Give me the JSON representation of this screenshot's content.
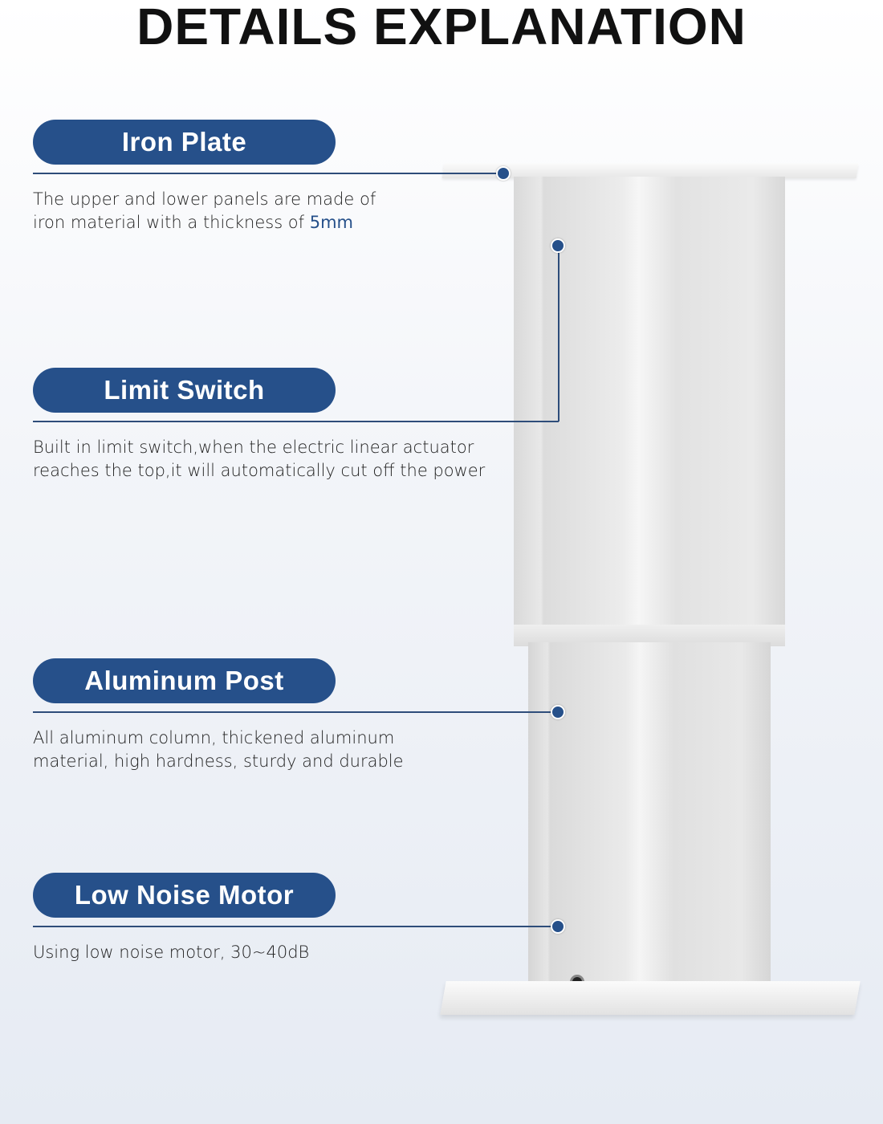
{
  "title": "DETAILS EXPLANATION",
  "features": [
    {
      "label": "Iron Plate",
      "desc_line1": "The upper and lower panels are made of",
      "desc_line2": "iron material with a thickness of ",
      "highlight": "5mm"
    },
    {
      "label": "Limit Switch",
      "desc_line1": "Built in limit switch,when the electric linear actuator",
      "desc_line2": "reaches the top,it will automatically cut off the power"
    },
    {
      "label": "Aluminum Post",
      "desc_line1": "All aluminum column, thickened aluminum",
      "desc_line2": "material, high hardness, sturdy and durable"
    },
    {
      "label": "Low Noise Motor",
      "desc_line1": "Using low noise motor, 30~40dB"
    }
  ],
  "colors": {
    "accent": "#26508a"
  }
}
